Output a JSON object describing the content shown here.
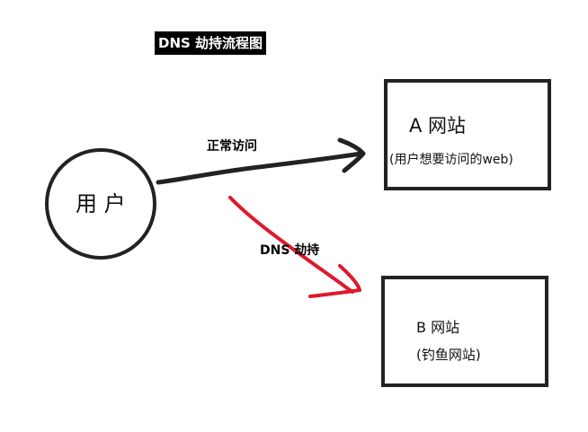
{
  "title": "DNS 劫持流程图",
  "nodes": {
    "user": {
      "label": "用 户"
    },
    "site_a": {
      "name": "A 网站",
      "note": "(用户想要访问的web)"
    },
    "site_b": {
      "name": "B 网站",
      "note": "(钓鱼网站)"
    }
  },
  "edges": {
    "normal": {
      "label": "正常访问",
      "color": "#222222"
    },
    "hijack": {
      "label": "DNS  劫持",
      "color": "#e0182b"
    }
  }
}
